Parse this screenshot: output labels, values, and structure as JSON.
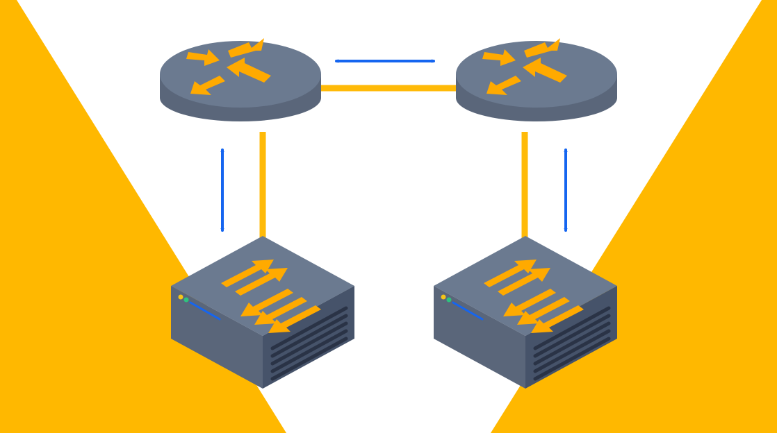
{
  "colors": {
    "background": "#ffffff",
    "accent_yellow": "#FFB800",
    "link_line": "#FFBA08",
    "flow_arrow_blue": "#1565F0",
    "device_top": "#6B7A90",
    "device_side": "#5A667A",
    "device_dark": "#46536A",
    "vent_slot": "#2A3346",
    "icon_orange": "#FFAA00",
    "led_yellow": "#F5C518",
    "led_green": "#2EC27E"
  },
  "nodes": [
    {
      "id": "router-left",
      "kind": "router",
      "icon": "router-arrows-icon"
    },
    {
      "id": "router-right",
      "kind": "router",
      "icon": "router-arrows-icon"
    },
    {
      "id": "switch-left",
      "kind": "switch",
      "icon": "switch-arrows-icon"
    },
    {
      "id": "switch-right",
      "kind": "switch",
      "icon": "switch-arrows-icon"
    }
  ],
  "links": [
    {
      "from": "router-left",
      "to": "router-right"
    },
    {
      "from": "router-left",
      "to": "switch-left"
    },
    {
      "from": "router-right",
      "to": "switch-right"
    }
  ],
  "flows": [
    {
      "between": [
        "router-left",
        "router-right"
      ],
      "direction": "bidirectional",
      "icon": "double-arrow-icon"
    },
    {
      "between": [
        "router-left",
        "switch-left"
      ],
      "direction": "bidirectional",
      "icon": "double-arrow-icon"
    },
    {
      "between": [
        "router-right",
        "switch-right"
      ],
      "direction": "bidirectional",
      "icon": "double-arrow-icon"
    }
  ]
}
